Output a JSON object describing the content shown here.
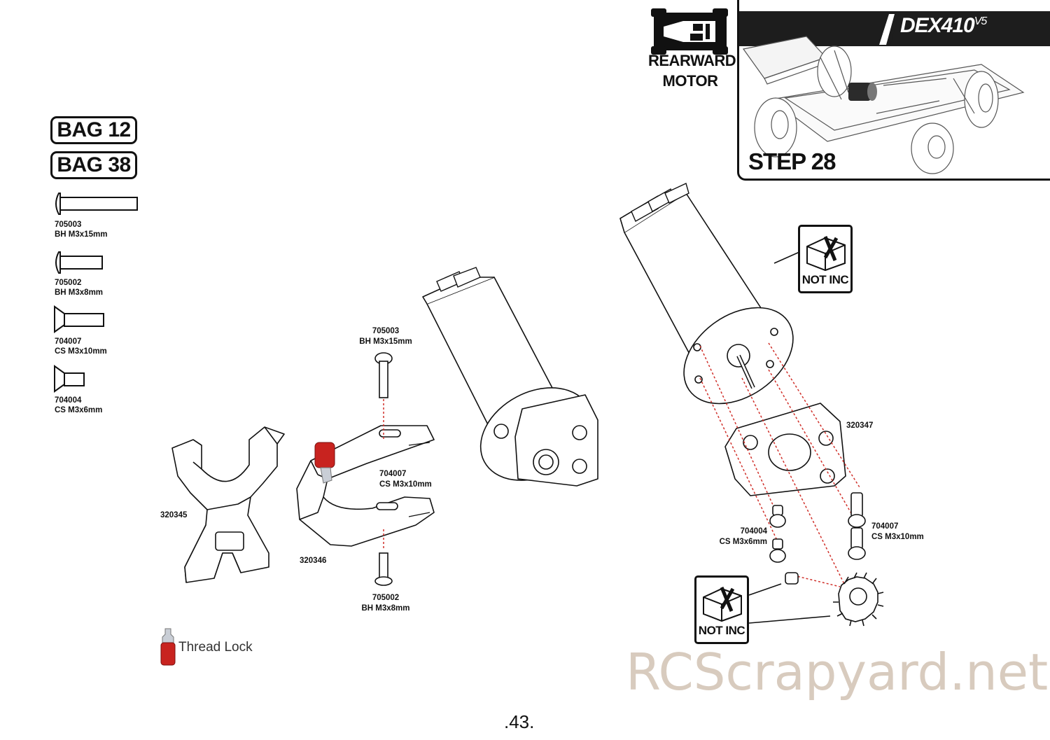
{
  "bags": [
    "BAG 12",
    "BAG 38"
  ],
  "header": {
    "motor_mode_line1": "REARWARD",
    "motor_mode_line2": "MOTOR",
    "brand": "DEX410",
    "brand_suffix": "V5",
    "step": "STEP 28"
  },
  "parts_list": [
    {
      "code": "705003",
      "desc": "BH M3x15mm"
    },
    {
      "code": "705002",
      "desc": "BH M3x8mm"
    },
    {
      "code": "704007",
      "desc": "CS M3x10mm"
    },
    {
      "code": "704004",
      "desc": "CS M3x6mm"
    }
  ],
  "callouts": {
    "top_screw": {
      "code": "705003",
      "desc": "BH M3x15mm"
    },
    "bottom_screw": {
      "code": "705002",
      "desc": "BH M3x8mm"
    },
    "mount_screw": {
      "code": "704007",
      "desc": "CS M3x10mm"
    },
    "part_320345": "320345",
    "part_320346": "320346",
    "part_320347": "320347",
    "right_screw_6": {
      "code": "704004",
      "desc": "CS M3x6mm"
    },
    "right_screw_10": {
      "code": "704007",
      "desc": "CS M3x10mm"
    }
  },
  "not_included_label": "NOT INC",
  "thread_lock_label": "Thread Lock",
  "watermark": "RCScrapyard.net",
  "page_number": ".43.",
  "colors": {
    "ink": "#111111",
    "band": "#1d1d1d",
    "thread_lock_red": "#c8231f",
    "dashed_red": "#d0302a",
    "watermark": "#d8cbbe"
  }
}
